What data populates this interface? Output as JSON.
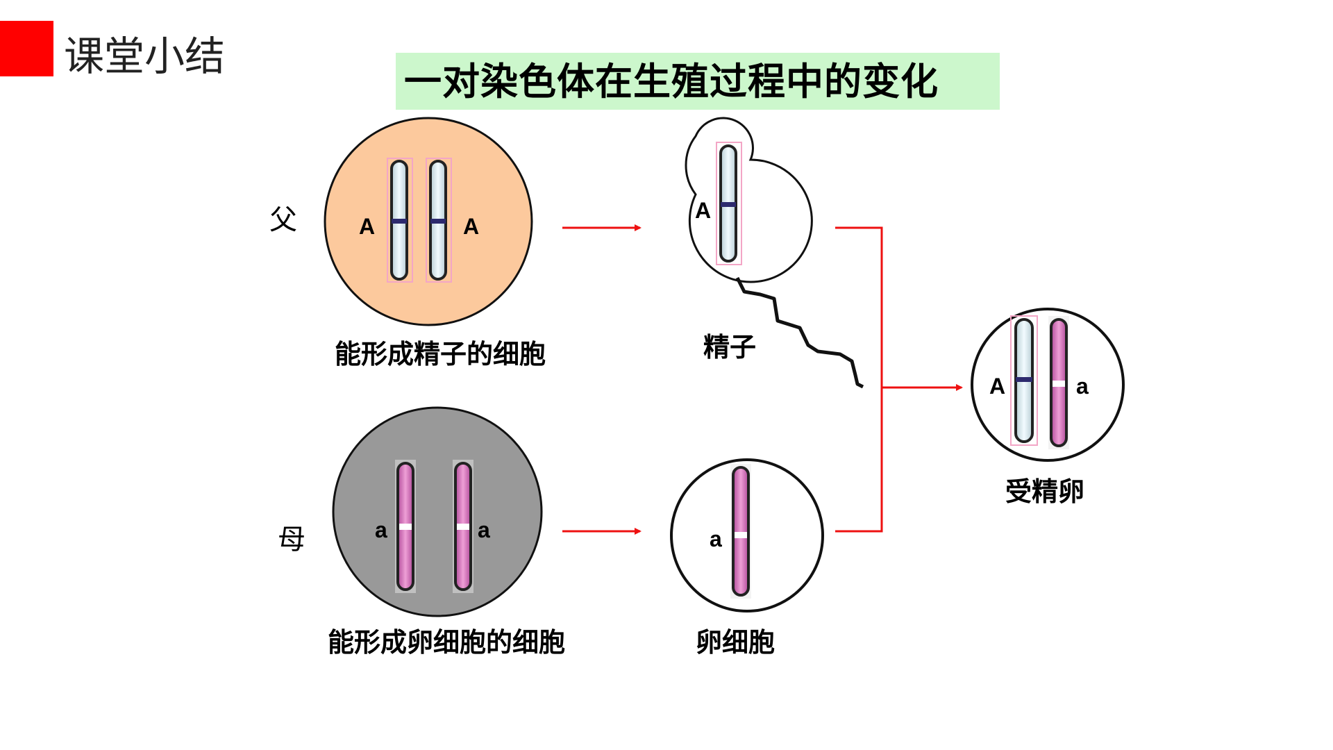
{
  "header": {
    "section_title": "课堂小结",
    "main_title": "一对染色体在生殖过程中的变化",
    "accent_color": "#ff0000",
    "title_bg_color": "#ccf7cc"
  },
  "diagram": {
    "father_label": "父",
    "mother_label": "母",
    "father_cell": {
      "caption": "能形成精子的细胞",
      "fill": "#fcc99d",
      "gene_left": "A",
      "gene_right": "A"
    },
    "mother_cell": {
      "caption": "能形成卵细胞的细胞",
      "fill": "#999999",
      "gene_left": "a",
      "gene_right": "a"
    },
    "sperm": {
      "caption": "精子",
      "gene": "A"
    },
    "egg": {
      "caption": "卵细胞",
      "gene": "a"
    },
    "zygote": {
      "caption": "受精卵",
      "gene_left": "A",
      "gene_right": "a"
    },
    "arrow_color": "#ee1111"
  }
}
